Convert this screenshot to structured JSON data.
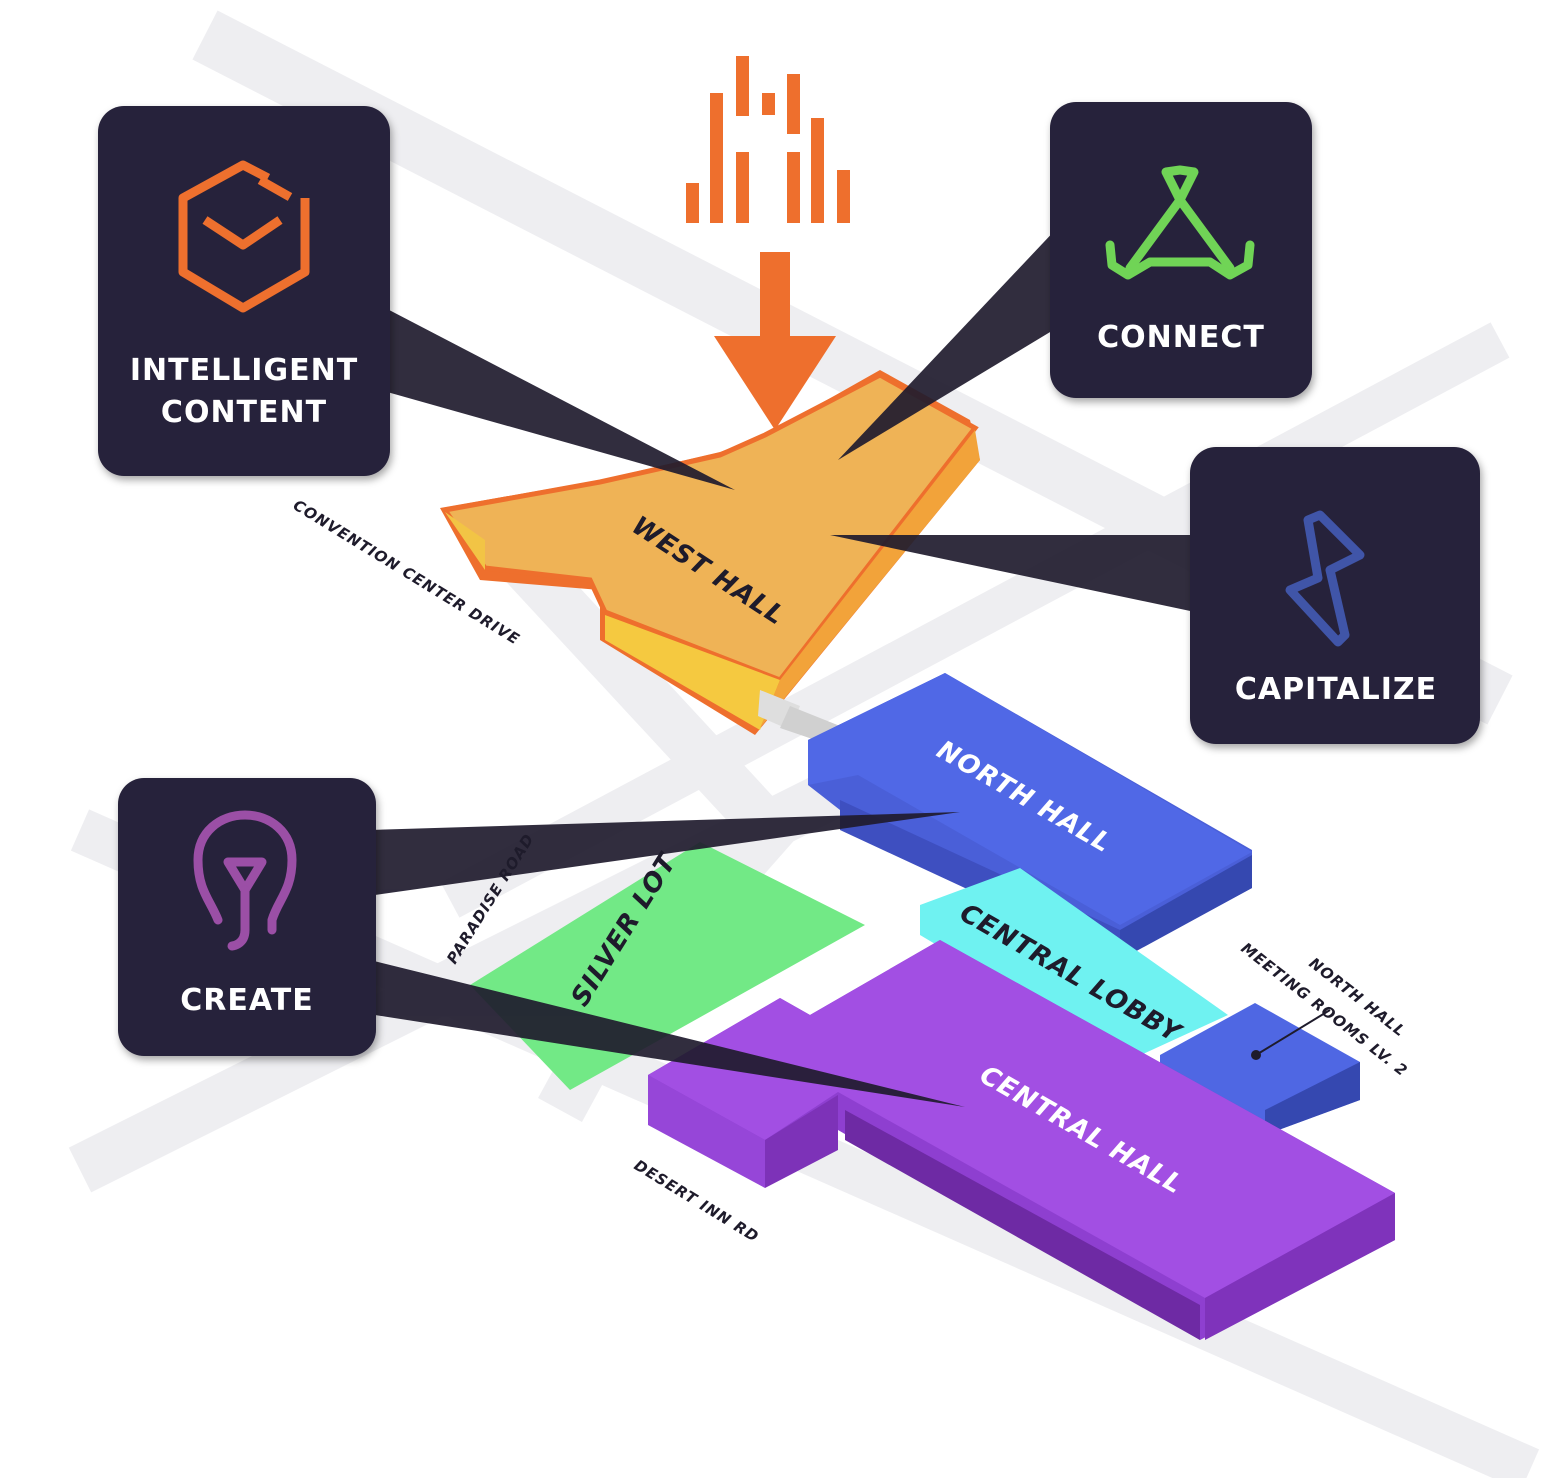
{
  "panels": {
    "intelligent_content": {
      "line1": "INTELLIGENT",
      "line2": "CONTENT",
      "icon": "cube-check-icon",
      "color": "#ee6f2d"
    },
    "connect": {
      "label": "CONNECT",
      "icon": "triangle-nodes-icon",
      "color": "#6fd456"
    },
    "capitalize": {
      "label": "CAPITALIZE",
      "icon": "lightning-bolt-icon",
      "color": "#3f55a8"
    },
    "create": {
      "label": "CREATE",
      "icon": "lightbulb-icon",
      "color": "#9b4fa6"
    }
  },
  "halls": {
    "west_hall": {
      "label": "WEST HALL",
      "color": "#f0b050"
    },
    "north_hall": {
      "label": "NORTH HALL",
      "color": "#4f67e3"
    },
    "central_lobby": {
      "label": "CENTRAL LOBBY",
      "color": "#6ef2f0"
    },
    "central_hall": {
      "label": "CENTRAL HALL",
      "color": "#a24fe3"
    },
    "silver_lot": {
      "label": "SILVER LOT",
      "color": "#72e986"
    }
  },
  "roads": {
    "convention_center_drive": "CONVENTION CENTER DRIVE",
    "paradise_road": "PARADISE ROAD",
    "desert_inn_rd": "DESERT INN RD"
  },
  "annotation": {
    "line1": "NORTH HALL",
    "line2": "MEETING ROOMS LV. 2"
  },
  "colors": {
    "panel_bg": "#27223a",
    "brand_orange": "#ee6f2d",
    "road": "#eeeef0"
  },
  "logo": "bars-logo-icon"
}
